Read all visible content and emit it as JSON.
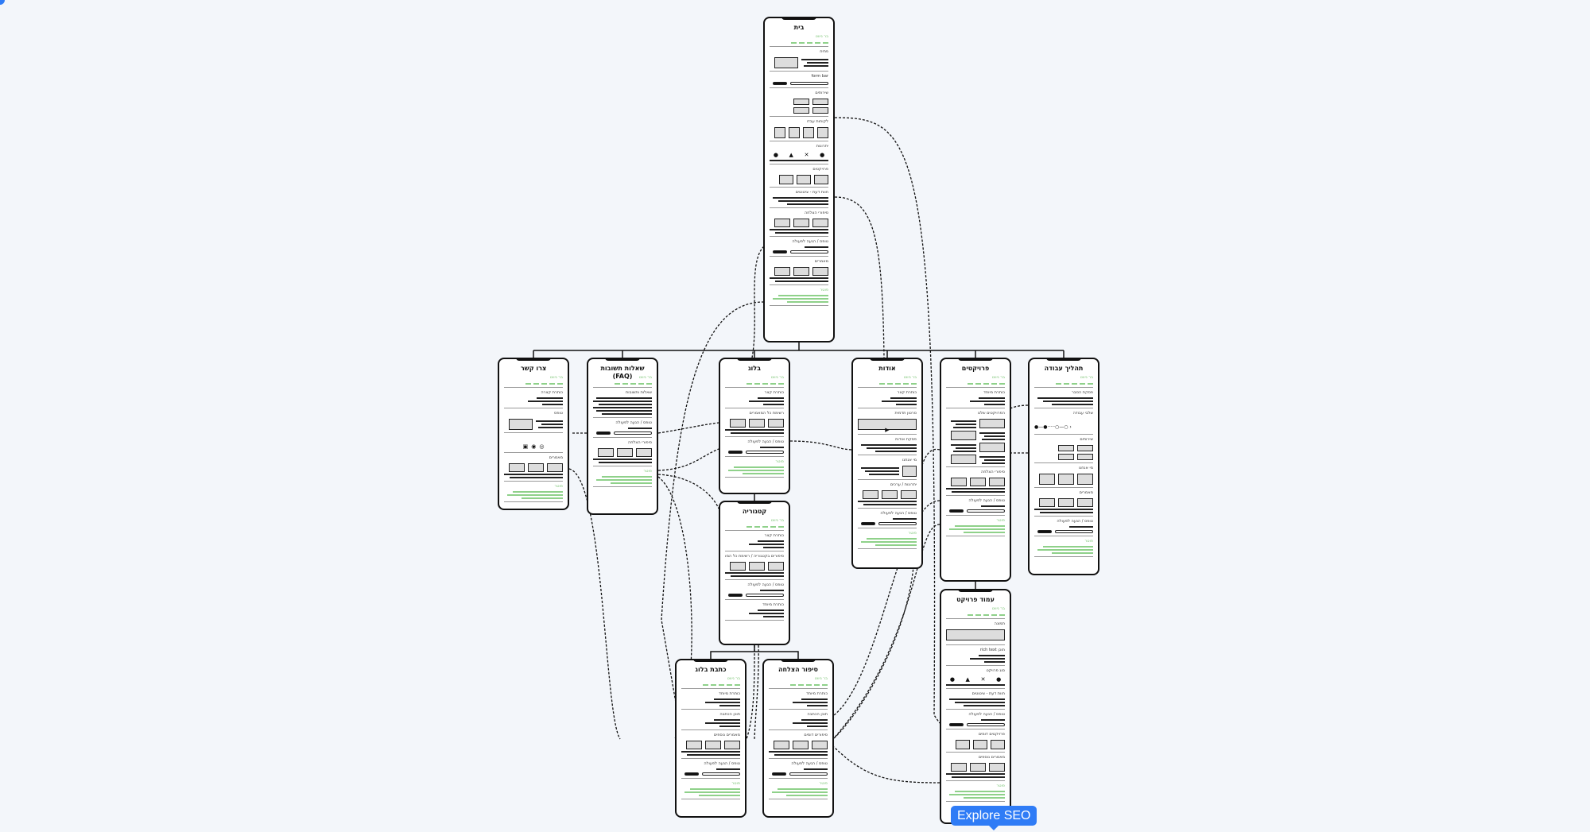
{
  "badge": {
    "label": "Explore SEO"
  },
  "cards": [
    {
      "id": "home",
      "title": "בית",
      "sections": [
        {
          "label": "בר ניווט",
          "green": true,
          "type": "nav"
        },
        {
          "label": "פתיח",
          "type": "text-box"
        },
        {
          "label": "form bar",
          "type": "form"
        },
        {
          "label": "שירותים",
          "type": "grid6"
        },
        {
          "label": "לקוחות עבדו",
          "type": "squares4"
        },
        {
          "label": "יתרונות",
          "type": "icons"
        },
        {
          "label": "פרויקטים",
          "type": "slider"
        },
        {
          "label": "חוות דעת - ציטוטים",
          "type": "quote"
        },
        {
          "label": "סיפורי הצלחה",
          "type": "cards3"
        },
        {
          "label": "טופס / הנעה לפעולה",
          "type": "cta"
        },
        {
          "label": "מאמרים",
          "type": "cards3"
        },
        {
          "label": "פוטר",
          "green": true,
          "type": "footer"
        }
      ]
    },
    {
      "id": "contact",
      "title": "צרו קשר",
      "sections": [
        {
          "label": "בר ניווט",
          "green": true,
          "type": "nav"
        },
        {
          "label": "כותרת קצרה",
          "type": "lines"
        },
        {
          "label": "טופס",
          "type": "text-box"
        },
        {
          "label": "",
          "type": "social"
        },
        {
          "label": "מאמרים",
          "type": "cards3"
        },
        {
          "label": "פוטר",
          "green": true,
          "type": "footer"
        }
      ]
    },
    {
      "id": "faq",
      "title": "שאלות תשובות (FAQ)",
      "sections": [
        {
          "label": "בר ניווט",
          "green": true,
          "type": "nav"
        },
        {
          "label": "שאלות ותשובות",
          "type": "faq"
        },
        {
          "label": "טופס / הנעה לפעולה",
          "type": "cta"
        },
        {
          "label": "סיפורי הצלחה",
          "type": "cards3"
        },
        {
          "label": "פוטר",
          "green": true,
          "type": "footer"
        }
      ]
    },
    {
      "id": "blog",
      "title": "בלוג",
      "sections": [
        {
          "label": "בר ניווט",
          "green": true,
          "type": "nav"
        },
        {
          "label": "כותרת קצר",
          "type": "lines"
        },
        {
          "label": "רשימת כל המאמרים",
          "type": "cards3"
        },
        {
          "label": "טופס / הנעה לפעולה",
          "type": "cta"
        },
        {
          "label": "פוטר",
          "green": true,
          "type": "footer"
        }
      ]
    },
    {
      "id": "category",
      "title": "קטגוריה",
      "sections": [
        {
          "label": "בר ניווט",
          "green": true,
          "type": "nav"
        },
        {
          "label": "כותרת קצר",
          "type": "lines"
        },
        {
          "label": "סיפורים בקטגוריה / רשימת כל המאמרים",
          "type": "cards3"
        },
        {
          "label": "טופס / הנעה לפעולה",
          "type": "cta"
        },
        {
          "label": "כותרת מיוחד",
          "type": "lines"
        }
      ]
    },
    {
      "id": "about",
      "title": "אודות",
      "sections": [
        {
          "label": "בר ניווט",
          "green": true,
          "type": "nav"
        },
        {
          "label": "כותרת קצר",
          "type": "lines"
        },
        {
          "label": "סרטון תדמית",
          "type": "video"
        },
        {
          "label": "פסקת אודות",
          "type": "quote"
        },
        {
          "label": "מי אנחנו",
          "type": "team1"
        },
        {
          "label": "יתרונות / ערכים",
          "type": "cards3"
        },
        {
          "label": "טופס / הנעה לפעולה",
          "type": "cta"
        },
        {
          "label": "פוטר",
          "green": true,
          "type": "footer"
        }
      ]
    },
    {
      "id": "projects",
      "title": "פרויקטים",
      "sections": [
        {
          "label": "בר ניווט",
          "green": true,
          "type": "nav"
        },
        {
          "label": "כותרת מיוחד",
          "type": "lines"
        },
        {
          "label": "הפרויקטים שלנו",
          "type": "projects"
        },
        {
          "label": "סיפורי הצלחה",
          "type": "cards3"
        },
        {
          "label": "טופס / הנעה לפעולה",
          "type": "cta"
        },
        {
          "label": "פוטר",
          "green": true,
          "type": "footer"
        }
      ]
    },
    {
      "id": "process",
      "title": "תהליך עבודה",
      "sections": [
        {
          "label": "בר ניווט",
          "green": true,
          "type": "nav"
        },
        {
          "label": "פסקת הסבר",
          "type": "quote"
        },
        {
          "label": "שלבי עבודה",
          "type": "steps"
        },
        {
          "label": "שירותים",
          "type": "grid6"
        },
        {
          "label": "מי אנחנו",
          "type": "team3"
        },
        {
          "label": "מאמרים",
          "type": "cards3"
        },
        {
          "label": "טופס / הנעה לפעולה",
          "type": "cta"
        },
        {
          "label": "פוטר",
          "green": true,
          "type": "footer"
        }
      ]
    },
    {
      "id": "project-page",
      "title": "עמוד פרויקט",
      "sections": [
        {
          "label": "בר ניווט",
          "green": true,
          "type": "nav"
        },
        {
          "label": "תמונה",
          "type": "image"
        },
        {
          "label": "תוכן rich text",
          "type": "lines"
        },
        {
          "label": "סוג פרויקט",
          "type": "icons"
        },
        {
          "label": "חוות דעת - ציטוטים",
          "type": "quote"
        },
        {
          "label": "טופס / הנעה לפעולה",
          "type": "cta"
        },
        {
          "label": "פרויקטים דומים",
          "type": "slider"
        },
        {
          "label": "מאמרים נוספים",
          "type": "cards3"
        },
        {
          "label": "פוטר",
          "green": true,
          "type": "footer"
        }
      ]
    },
    {
      "id": "blog-post",
      "title": "כתבת בלוג",
      "sections": [
        {
          "label": "בר ניווט",
          "green": true,
          "type": "nav"
        },
        {
          "label": "כותרת מיוחד",
          "type": "lines"
        },
        {
          "label": "תוכן הכתבה",
          "type": "lines"
        },
        {
          "label": "מאמרים נוספים",
          "type": "cards3"
        },
        {
          "label": "טופס / הנעה לפעולה",
          "type": "cta"
        },
        {
          "label": "פוטר",
          "green": true,
          "type": "footer"
        }
      ]
    },
    {
      "id": "success-story",
      "title": "סיפור הצלחה",
      "sections": [
        {
          "label": "בר ניווט",
          "green": true,
          "type": "nav"
        },
        {
          "label": "כותרת מיוחד",
          "type": "lines"
        },
        {
          "label": "תוכן הכתבה",
          "type": "lines"
        },
        {
          "label": "סיפורים דומים",
          "type": "cards3"
        },
        {
          "label": "טופס / הנעה לפעולה",
          "type": "cta"
        },
        {
          "label": "פוטר",
          "green": true,
          "type": "footer"
        }
      ]
    }
  ]
}
